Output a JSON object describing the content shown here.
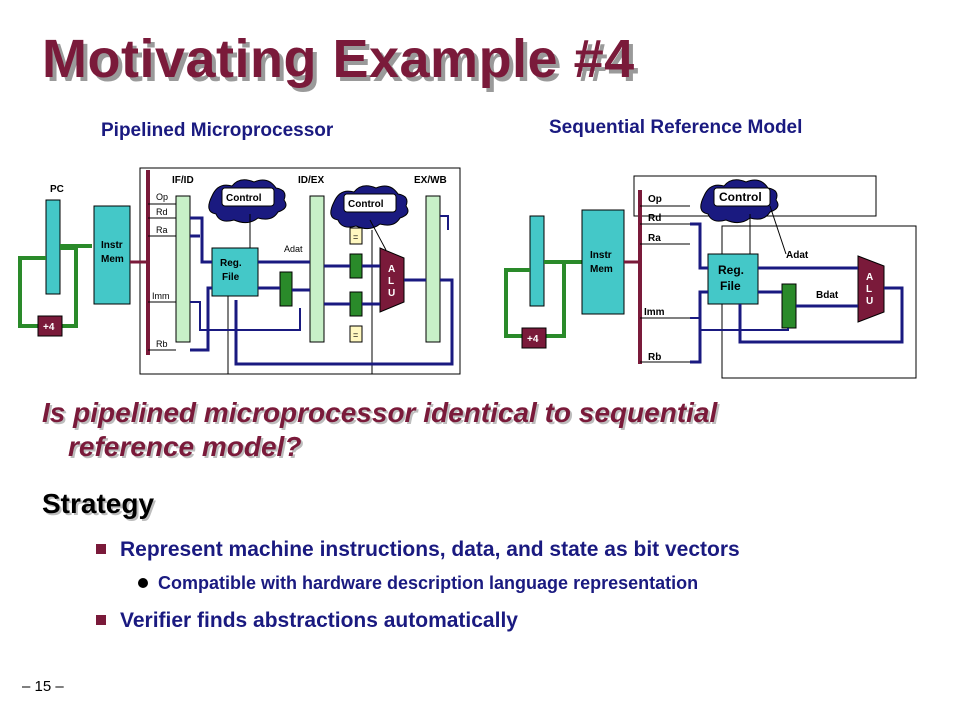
{
  "slide": {
    "title": "Motivating Example #4",
    "page_number": "– 15 –"
  },
  "left_diagram": {
    "caption": "Pipelined Microprocessor",
    "pc": "PC",
    "stages": [
      "IF/ID",
      "ID/EX",
      "EX/WB"
    ],
    "instr_mem": [
      "Instr",
      "Mem"
    ],
    "fields": [
      "Op",
      "Rd",
      "Ra",
      "Imm",
      "Rb"
    ],
    "control": "Control",
    "reg_file": [
      "Reg.",
      "File"
    ],
    "adat": "Adat",
    "alu": [
      "A",
      "L",
      "U"
    ],
    "plus4": "+4",
    "eq": "="
  },
  "right_diagram": {
    "caption": "Sequential Reference Model",
    "instr_mem": [
      "Instr",
      "Mem"
    ],
    "fields": [
      "Op",
      "Rd",
      "Ra",
      "Imm",
      "Rb"
    ],
    "control": "Control",
    "reg_file": [
      "Reg.",
      "File"
    ],
    "adat": "Adat",
    "bdat": "Bdat",
    "alu": [
      "A",
      "L",
      "U"
    ],
    "plus4": "+4"
  },
  "body": {
    "question_line1": "Is pipelined microprocessor identical to sequential",
    "question_line2": "reference model?",
    "strategy_heading": "Strategy",
    "bullet1": "Represent machine instructions, data, and state as bit vectors",
    "sub_bullet1": "Compatible with hardware description language representation",
    "bullet2": "Verifier finds abstractions automatically"
  }
}
